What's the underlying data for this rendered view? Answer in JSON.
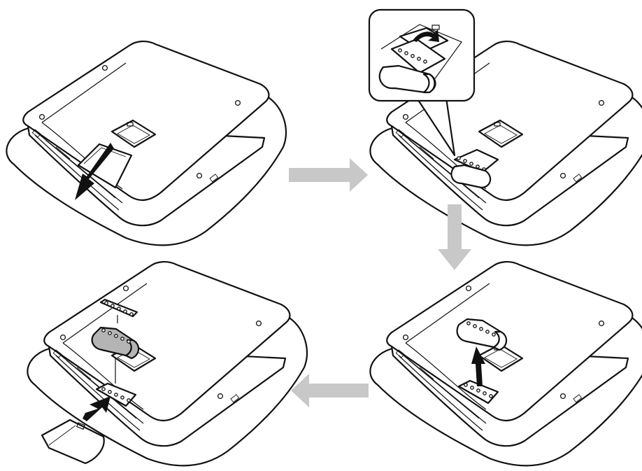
{
  "diagram": {
    "steps": [
      {
        "id": 1,
        "action": "pull-out-cover"
      },
      {
        "id": 2,
        "action": "flip-open-board"
      },
      {
        "id": 3,
        "action": "lift-out-board"
      },
      {
        "id": 4,
        "action": "insert-cover"
      }
    ],
    "flow_arrows": [
      {
        "from": 1,
        "to": 2,
        "direction": "right"
      },
      {
        "from": 2,
        "to": 3,
        "direction": "down"
      },
      {
        "from": 3,
        "to": 4,
        "direction": "left"
      }
    ],
    "colors": {
      "outline": "#111111",
      "flow_arrow": "#c8c8c8",
      "module_fill": "#b4b4b4",
      "paper": "#ffffff"
    }
  }
}
